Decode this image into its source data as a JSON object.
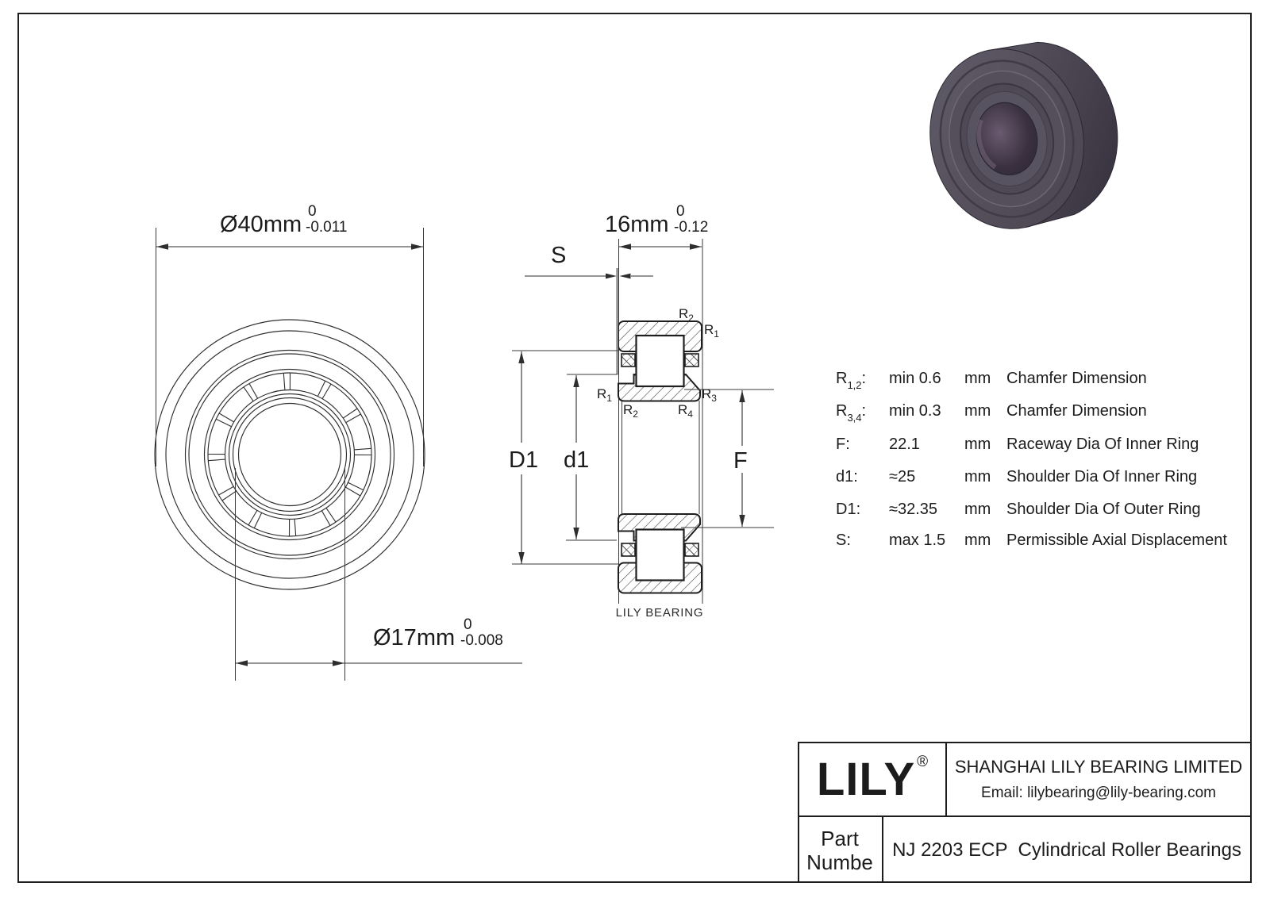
{
  "front_view": {
    "outer_dim": {
      "label": "Ø40mm",
      "tol_top": "0",
      "tol_bottom": "-0.011"
    },
    "bore_dim": {
      "label": "Ø17mm",
      "tol_top": "0",
      "tol_bottom": "-0.008"
    }
  },
  "section": {
    "width_dim": {
      "label": "16mm",
      "tol_top": "0",
      "tol_bottom": "-0.12"
    },
    "axial_label": "S",
    "dia_labels": {
      "D1": "D1",
      "d1": "d1",
      "F": "F"
    },
    "r_labels": {
      "top_r2": {
        "b": "R",
        "s": "2"
      },
      "top_r1": {
        "b": "R",
        "s": "1"
      },
      "mid_r1": {
        "b": "R",
        "s": "1"
      },
      "mid_r2": {
        "b": "R",
        "s": "2"
      },
      "mid_r3": {
        "b": "R",
        "s": "3"
      },
      "mid_r4": {
        "b": "R",
        "s": "4"
      }
    },
    "caption": "LILY BEARING"
  },
  "spec_table": {
    "rows": [
      {
        "base": "R",
        "sub": "1,2",
        "colon": ":",
        "value": "min 0.6",
        "unit": "mm",
        "desc": "Chamfer Dimension"
      },
      {
        "base": "R",
        "sub": "3,4",
        "colon": ":",
        "value": "min 0.3",
        "unit": "mm",
        "desc": "Chamfer Dimension"
      },
      {
        "base": "F",
        "sub": "",
        "colon": ":",
        "value": "22.1",
        "unit": "mm",
        "desc": "Raceway Dia Of Inner Ring"
      },
      {
        "base": "d1",
        "sub": "",
        "colon": ":",
        "value": "≈25",
        "unit": "mm",
        "desc": "Shoulder Dia Of Inner Ring"
      },
      {
        "base": "D1",
        "sub": "",
        "colon": ":",
        "value": "≈32.35",
        "unit": "mm",
        "desc": "Shoulder Dia Of Outer Ring"
      },
      {
        "base": "S",
        "sub": "",
        "colon": ":",
        "value": "max 1.5",
        "unit": "mm",
        "desc": "Permissible Axial Displacement"
      }
    ]
  },
  "title_block": {
    "logo": "LILY",
    "registered": "®",
    "company": "SHANGHAI LILY BEARING LIMITED",
    "email": "Email: lilybearing@lily-bearing.com",
    "part_label_line1": "Part",
    "part_label_line2": "Numbe",
    "part_number": "NJ 2203 ECP",
    "part_type": "Cylindrical Roller Bearings"
  },
  "colors": {
    "line": "#2e2e2e",
    "bearing_body": "#49444f",
    "bearing_face": "#56515c",
    "bearing_bore": "#352e3c"
  }
}
